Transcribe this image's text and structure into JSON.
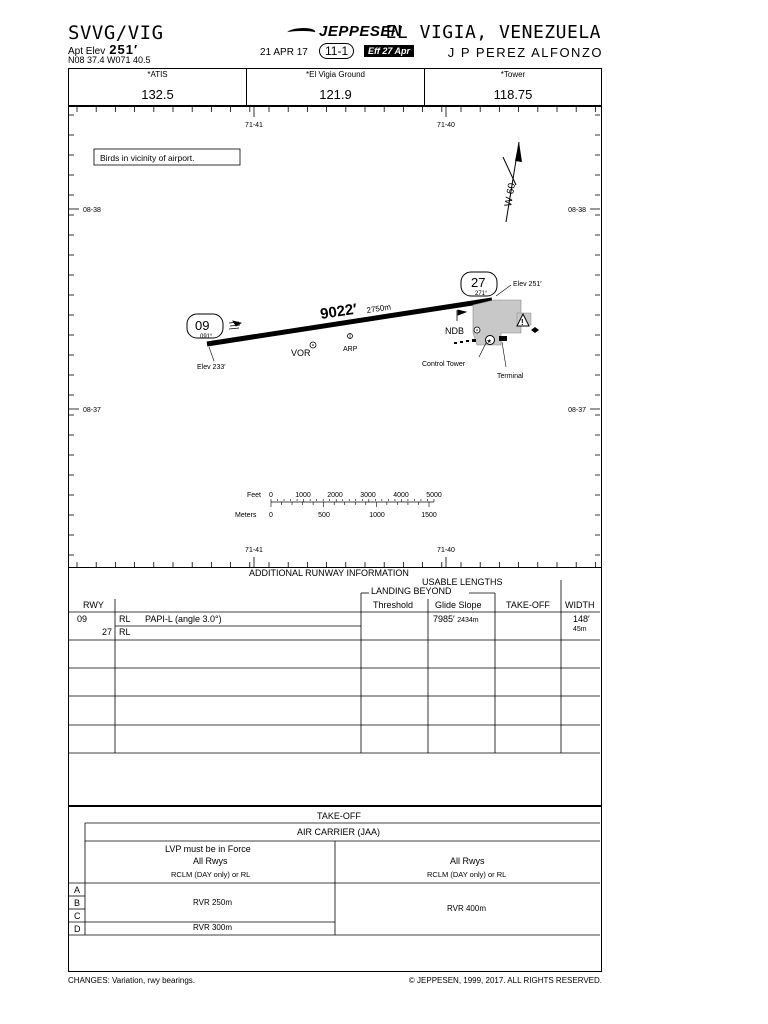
{
  "header": {
    "ident": "SVVG/VIG",
    "apt_elev_label": "Apt Elev",
    "apt_elev_value": "251′",
    "coordinates": "N08 37.4 W071 40.5",
    "brand": "JEPPESEN",
    "date": "21 APR 17",
    "page_id": "11-1",
    "effective": "Eff 27 Apr",
    "city": "EL VIGIA, VENEZUELA",
    "airport": "J P PEREZ ALFONZO"
  },
  "frequencies": [
    {
      "name": "*ATIS",
      "value": "132.5"
    },
    {
      "name": "*El Vigia Ground",
      "value": "121.9"
    },
    {
      "name": "*Tower",
      "value": "118.75"
    }
  ],
  "map": {
    "note": "Birds in vicinity of airport.",
    "variation": "W-60",
    "lon_ticks": [
      "71-41",
      "71-40"
    ],
    "lat_ticks": [
      "08-38",
      "08-37"
    ],
    "runway": {
      "length_ft": "9022′",
      "length_m": "2750m",
      "end_west": {
        "number": "09",
        "bearing": "091°",
        "elev": "Elev 233′"
      },
      "end_east": {
        "number": "27",
        "bearing": "271°",
        "elev": "Elev 251′"
      }
    },
    "labels": {
      "vor": "VOR",
      "arp": "ARP",
      "ndb": "NDB",
      "control_tower": "Control Tower",
      "terminal": "Terminal"
    },
    "scale": {
      "feet_label": "Feet",
      "feet_ticks": [
        "0",
        "1000",
        "2000",
        "3000",
        "4000",
        "5000"
      ],
      "meters_label": "Meters",
      "meter_ticks": [
        "0",
        "500",
        "1000",
        "1500"
      ]
    }
  },
  "runway_info": {
    "title": "ADDITIONAL RUNWAY INFORMATION",
    "usable_lengths": "USABLE LENGTHS",
    "landing_beyond": "LANDING BEYOND",
    "col_rwy": "RWY",
    "col_threshold": "Threshold",
    "col_glide_slope": "Glide Slope",
    "col_takeoff": "TAKE-OFF",
    "col_width": "WIDTH",
    "rows": [
      {
        "rwy": "09",
        "lights": "RL",
        "info": "PAPI-L (angle 3.0°)",
        "glide_slope_ft": "7985′",
        "glide_slope_m": "2434m",
        "width_ft": "148′",
        "width_m": "45m"
      },
      {
        "rwy": "27",
        "lights": "RL",
        "info": ""
      }
    ]
  },
  "takeoff": {
    "title": "TAKE-OFF",
    "subtitle": "AIR CARRIER (JAA)",
    "left_header_1": "LVP must be in Force",
    "left_header_2": "All Rwys",
    "left_header_3": "RCLM (DAY only) or RL",
    "right_header_1": "All Rwys",
    "right_header_2": "RCLM (DAY only) or RL",
    "categories": [
      "A",
      "B",
      "C",
      "D"
    ],
    "rvr_abc": "RVR 250m",
    "rvr_d": "RVR 300m",
    "rvr_right": "RVR 400m"
  },
  "footer": {
    "changes": "CHANGES: Variation, rwy bearings.",
    "copyright": "© JEPPESEN, 1999, 2017. ALL RIGHTS RESERVED."
  }
}
